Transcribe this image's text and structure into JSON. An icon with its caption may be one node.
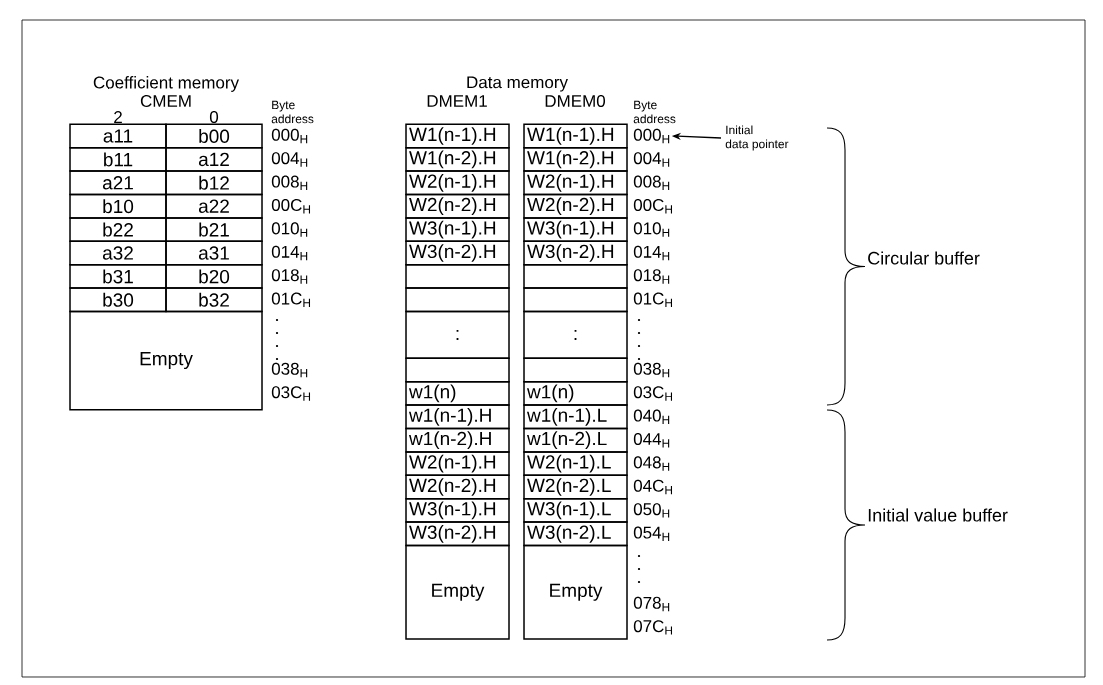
{
  "diagram": {
    "nodes": [
      {
        "text": [
          "a11"
        ]
      },
      {
        "text": [
          "b00"
        ]
      },
      {
        "text": [
          "b11"
        ]
      },
      {
        "text": [
          "a12"
        ]
      },
      {
        "text": [
          "a21"
        ]
      },
      {
        "text": [
          "b12"
        ]
      },
      {
        "text": [
          "b10"
        ]
      },
      {
        "text": [
          "a22"
        ]
      },
      {
        "text": [
          "b22"
        ]
      },
      {
        "text": [
          "b21"
        ]
      },
      {
        "text": [
          "a32"
        ]
      },
      {
        "text": [
          "a31"
        ]
      },
      {
        "text": [
          "b31"
        ]
      },
      {
        "text": [
          "b20"
        ]
      },
      {
        "text": [
          "b30"
        ]
      },
      {
        "text": [
          "b32"
        ]
      },
      {
        "text": [
          "Empty"
        ]
      },
      {
        "text": [
          "W1(n-1).H"
        ]
      },
      {
        "text": [
          "W1(n-1).H"
        ]
      },
      {
        "text": [
          "W1(n-2).H"
        ]
      },
      {
        "text": [
          "W1(n-2).H"
        ]
      },
      {
        "text": [
          "W2(n-1).H"
        ]
      },
      {
        "text": [
          "W2(n-1).H"
        ]
      },
      {
        "text": [
          "W2(n-2).H"
        ]
      },
      {
        "text": [
          "W2(n-2).H"
        ]
      },
      {
        "text": [
          "W3(n-1).H"
        ]
      },
      {
        "text": [
          "W3(n-1).H"
        ]
      },
      {
        "text": [
          "W3(n-2).H"
        ]
      },
      {
        "text": [
          "W3(n-2).H"
        ]
      },
      {
        "text": [],
        "shape": "box"
      },
      {
        "text": [],
        "shape": "box"
      },
      {
        "text": [],
        "shape": "box"
      },
      {
        "text": [],
        "shape": "box"
      },
      {
        "text": [
          ":"
        ]
      },
      {
        "text": [
          ":"
        ]
      },
      {
        "text": [],
        "shape": "box"
      },
      {
        "text": [],
        "shape": "box"
      },
      {
        "text": [
          "w1(n)"
        ]
      },
      {
        "text": [
          "w1(n)"
        ]
      },
      {
        "text": [
          "w1(n-1).H"
        ]
      },
      {
        "text": [
          "w1(n-1).L"
        ]
      },
      {
        "text": [
          "w1(n-2).H"
        ]
      },
      {
        "text": [
          "w1(n-2).L"
        ]
      },
      {
        "text": [
          "W2(n-1).H"
        ]
      },
      {
        "text": [
          "W2(n-1).L"
        ]
      },
      {
        "text": [
          "W2(n-2).H"
        ]
      },
      {
        "text": [
          "W2(n-2).L"
        ]
      },
      {
        "text": [
          "W3(n-1).H"
        ]
      },
      {
        "text": [
          "W3(n-1).L"
        ]
      },
      {
        "text": [
          "W3(n-2).H"
        ]
      },
      {
        "text": [
          "W3(n-2).L"
        ]
      },
      {
        "text": [
          "Empty"
        ]
      },
      {
        "text": [
          "Empty"
        ]
      },
      {
        "text": [
          "Initial data pointer"
        ]
      },
      {
        "text": [
          "000$_{H}$"
        ]
      }
    ],
    "edges": [
      {
        "from": 53,
        "to": 54,
        "arrow": "to"
      }
    ],
    "labels": [
      "Coefficient memory",
      "CMEM",
      "2",
      "0",
      "Byte address",
      "000$_{H}$",
      "004$_{H}$",
      "008$_{H}$",
      "00C$_{H}$",
      "010$_{H}$",
      "014$_{H}$",
      "018$_{H}$",
      "01C$_{H}$",
      "038$_{H}$",
      "03C$_{H}$",
      "Data memory",
      "DMEM1",
      "DMEM0",
      "Byte address",
      "004$_{H}$",
      "008$_{H}$",
      "00C$_{H}$",
      "010$_{H}$",
      "014$_{H}$",
      "018$_{H}$",
      "01C$_{H}$",
      "038$_{H}$",
      "03C$_{H}$",
      "040$_{H}$",
      "044$_{H}$",
      "048$_{H}$",
      "04C$_{H}$",
      "050$_{H}$",
      "054$_{H}$",
      "078$_{H}$",
      "07C$_{H}$",
      "Circular buffer",
      "Initial value buffer"
    ]
  }
}
